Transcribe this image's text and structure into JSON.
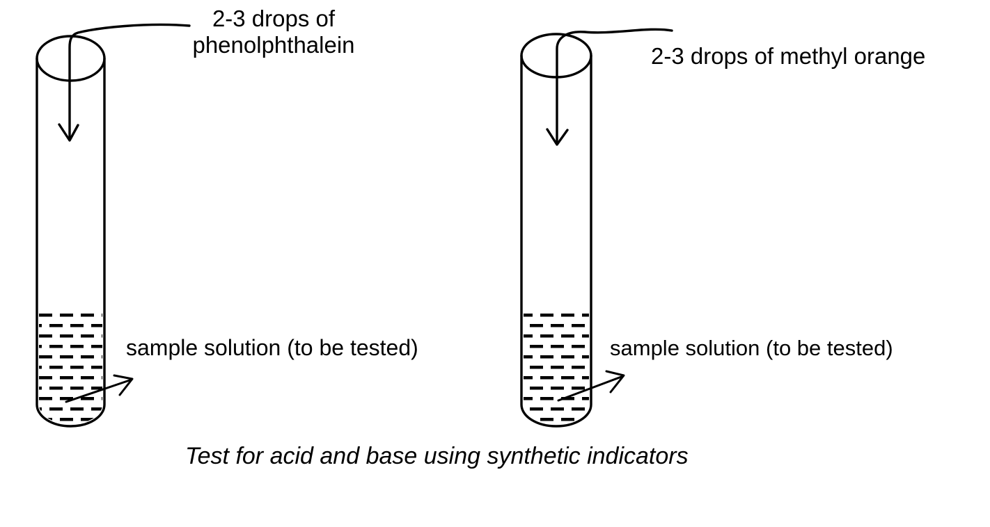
{
  "diagram": {
    "background_color": "#ffffff",
    "ink_color": "#000000",
    "caption": "Test for acid and base using synthetic indicators",
    "tubes": {
      "left": {
        "indicator_label": "2-3 drops of\nphenolphthalein",
        "sample_label": "sample solution (to be tested)"
      },
      "right": {
        "indicator_label": "2-3 drops of methyl orange",
        "sample_label": "sample solution (to be tested)"
      }
    }
  }
}
